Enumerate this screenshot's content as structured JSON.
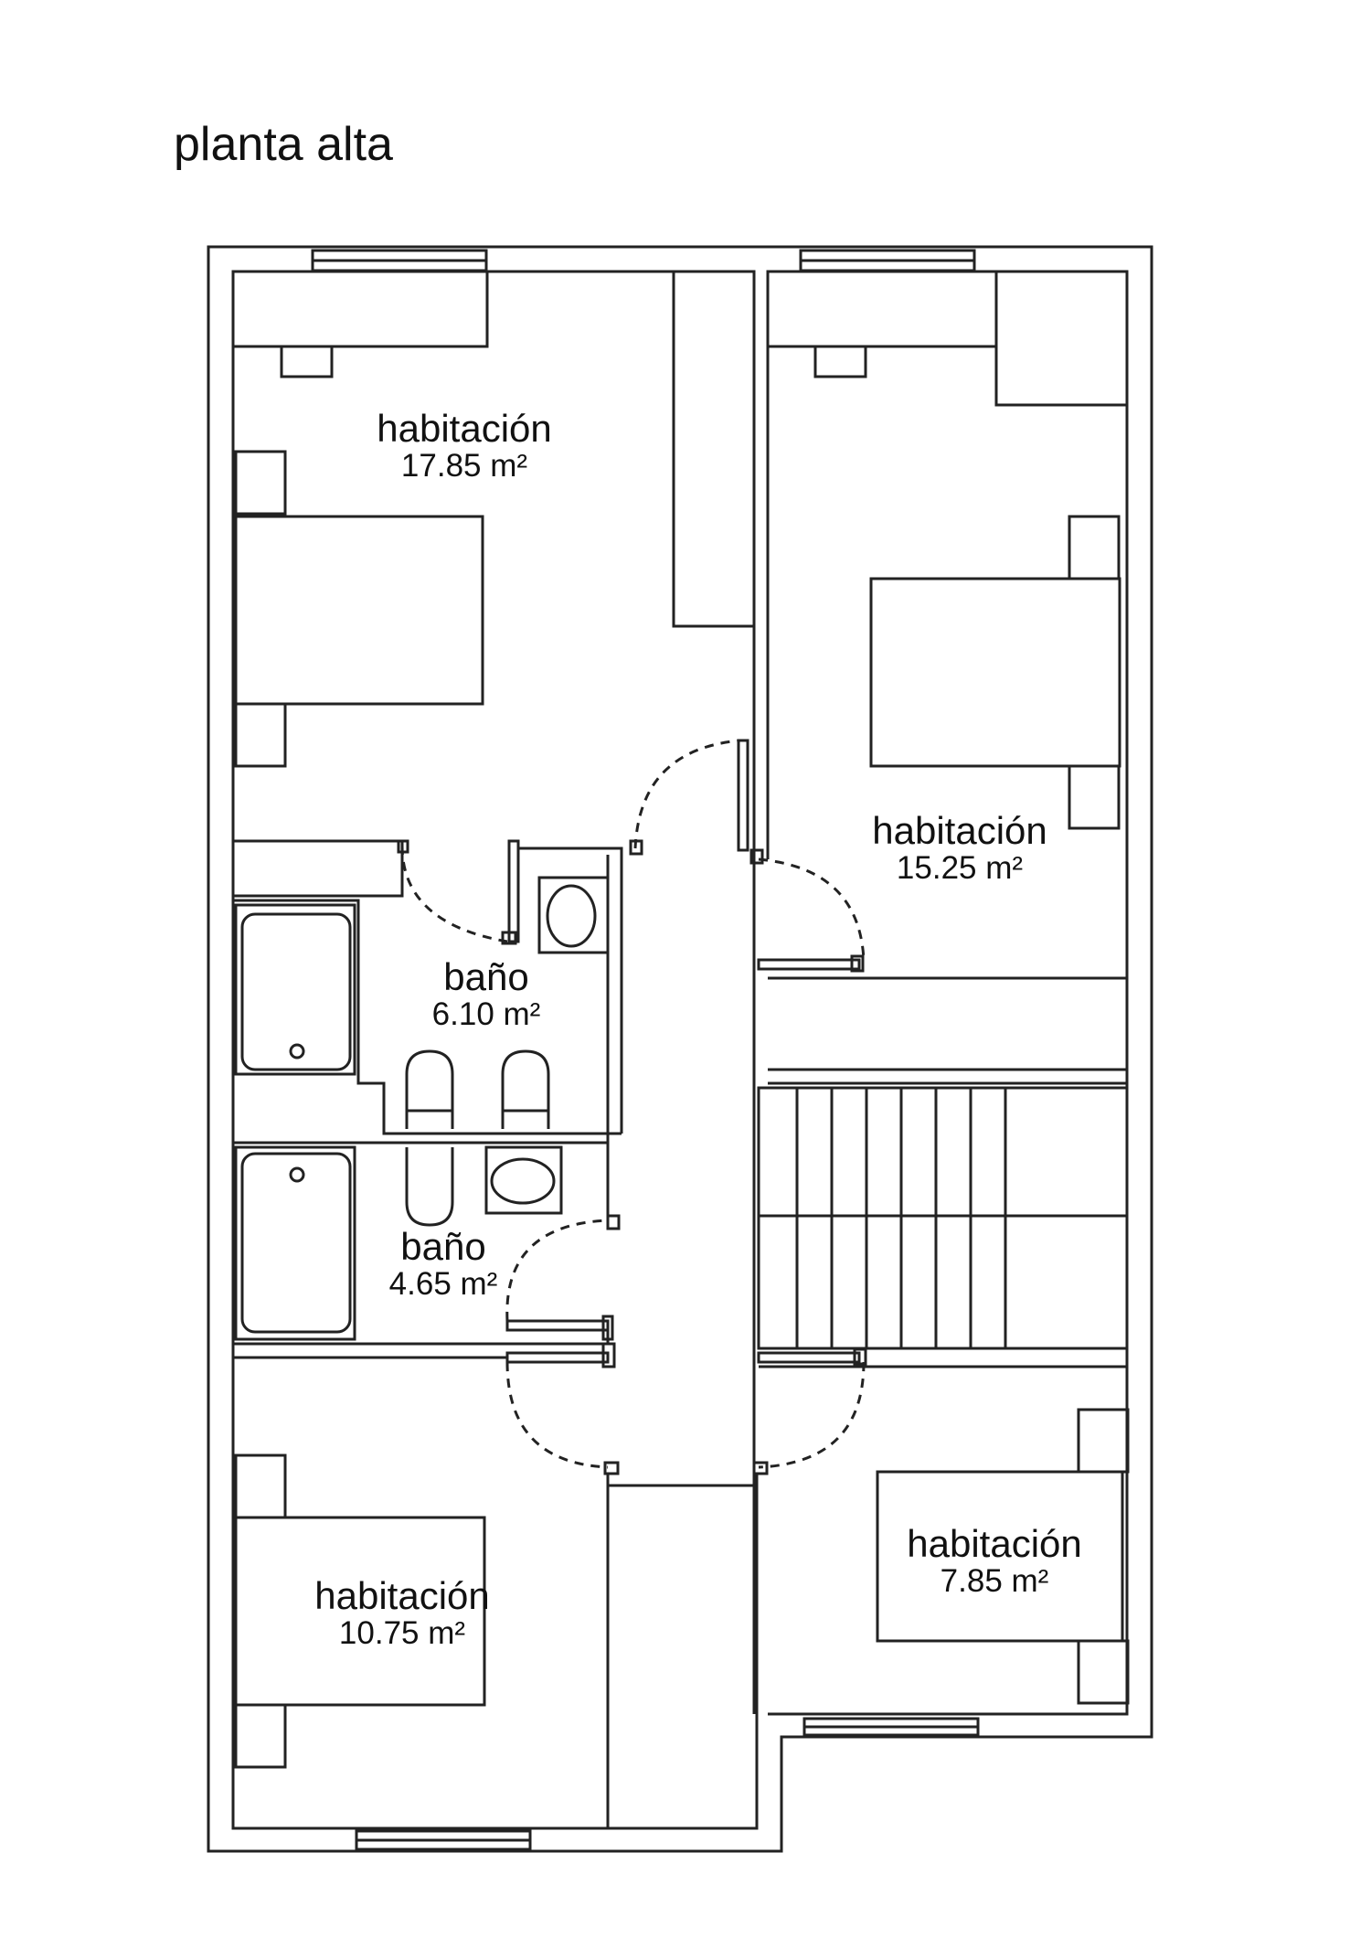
{
  "title": "planta alta",
  "rooms": [
    {
      "name": "habitación",
      "area": "17.85 m²"
    },
    {
      "name": "habitación",
      "area": "15.25 m²"
    },
    {
      "name": "baño",
      "area": "6.10 m²"
    },
    {
      "name": "baño",
      "area": "4.65 m²"
    },
    {
      "name": "habitación",
      "area": "10.75 m²"
    },
    {
      "name": "habitación",
      "area": "7.85 m²"
    }
  ]
}
